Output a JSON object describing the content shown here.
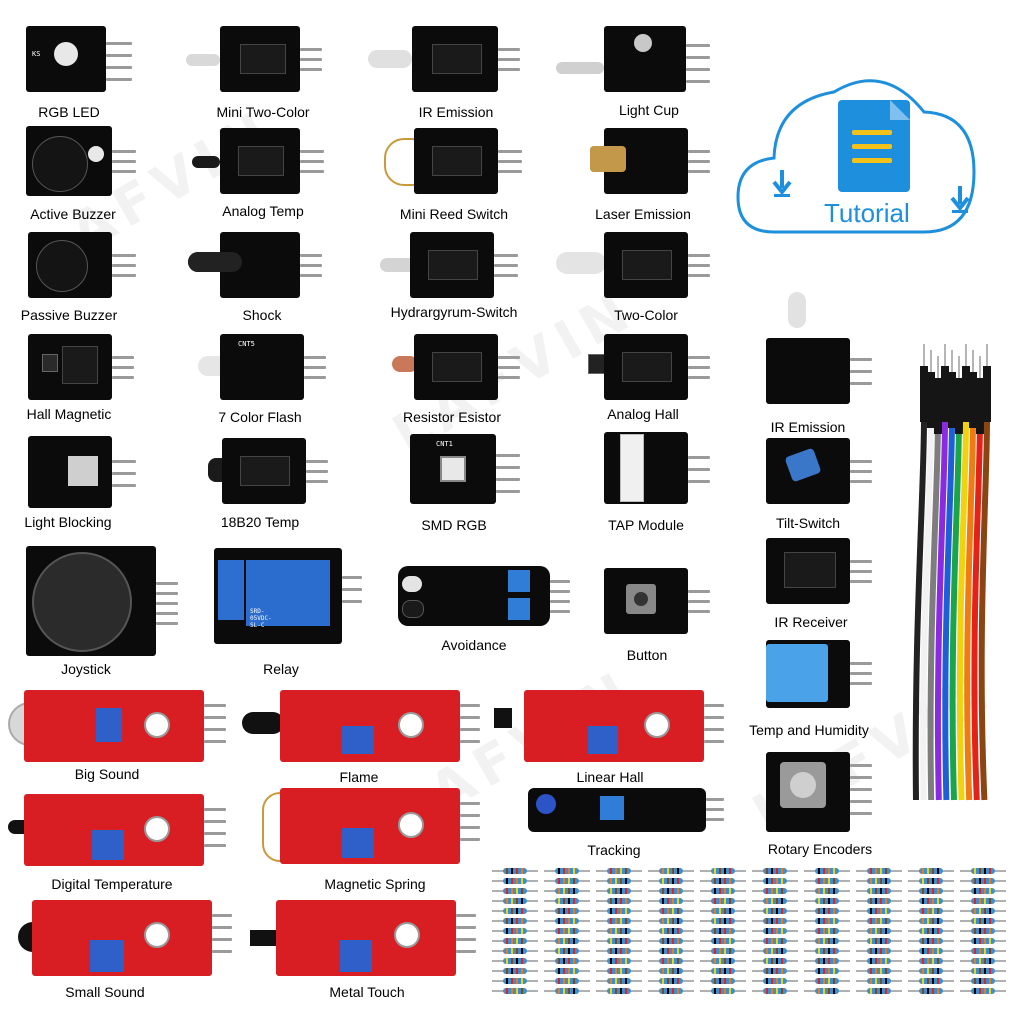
{
  "brand_watermark": "LAFVIN",
  "tutorial": {
    "label": "Tutorial",
    "color": "#1e8fdc"
  },
  "modules": {
    "rgb_led": "RGB LED",
    "mini_two_color": "Mini Two-Color",
    "ir_emission_1": "IR Emission",
    "light_cup": "Light Cup",
    "active_buzzer": "Active Buzzer",
    "analog_temp": "Analog Temp",
    "mini_reed_switch": "Mini Reed Switch",
    "laser_emission": "Laser Emission",
    "passive_buzzer": "Passive Buzzer",
    "shock": "Shock",
    "hydrargyrum_switch": "Hydrargyrum-Switch",
    "two_color": "Two-Color",
    "hall_magnetic": "Hall Magnetic",
    "seven_color_flash": "7 Color Flash",
    "resistor_esistor": "Resistor Esistor",
    "analog_hall": "Analog Hall",
    "ir_emission_2": "IR Emission",
    "light_blocking": "Light Blocking",
    "temp_18b20": "18B20 Temp",
    "smd_rgb": "SMD RGB",
    "tap_module": "TAP Module",
    "tilt_switch": "Tilt-Switch",
    "joystick": "Joystick",
    "relay": "Relay",
    "avoidance": "Avoidance",
    "button": "Button",
    "ir_receiver": "IR Receiver",
    "temp_humidity": "Temp and Humidity",
    "big_sound": "Big Sound",
    "flame": "Flame",
    "linear_hall": "Linear Hall",
    "tracking": "Tracking",
    "rotary_encoders": "Rotary Encoders",
    "digital_temperature": "Digital Temperature",
    "magnetic_spring": "Magnetic Spring",
    "small_sound": "Small Sound",
    "metal_touch": "Metal Touch"
  },
  "wire_colors": [
    "#222222",
    "#ffffff",
    "#7d7d7d",
    "#8a2be2",
    "#1f5fd6",
    "#19a64a",
    "#f2d20f",
    "#f07b14",
    "#e32219",
    "#8b4513"
  ],
  "resistor_grid": {
    "columns": 10,
    "rows": 13
  }
}
